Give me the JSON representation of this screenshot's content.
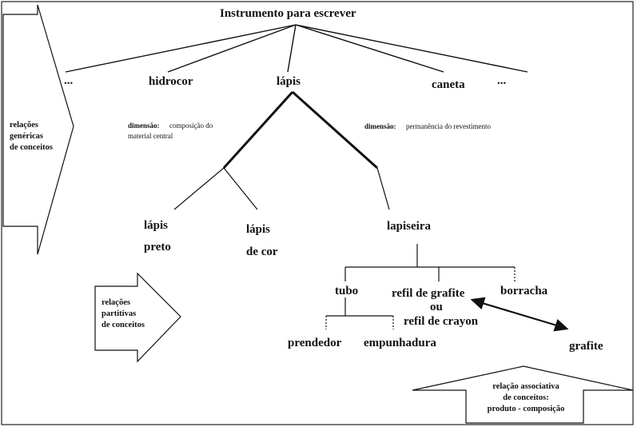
{
  "root": "Instrumento para escrever",
  "level1": {
    "left_ellipsis": "...",
    "hidrocor": "hidrocor",
    "lapis": "lápis",
    "caneta": "caneta",
    "right_ellipsis": "..."
  },
  "dimensions": {
    "left_label": "dimensão:",
    "left_value_line1": "composição do",
    "left_value_line2": "material central",
    "right_label": "dimensão:",
    "right_value": "permanência do revestimento"
  },
  "level2": {
    "lapis_preto_line1": "lápis",
    "lapis_preto_line2": "preto",
    "lapis_cor_line1": "lápis",
    "lapis_cor_line2": "de cor",
    "lapiseira": "lapiseira"
  },
  "level3": {
    "tubo": "tubo",
    "refil_grafite": "refil de grafite",
    "ou": "ou",
    "refil_crayon": "refil de crayon",
    "borracha": "borracha"
  },
  "level4": {
    "prendedor": "prendedor",
    "empunhadura": "empunhadura"
  },
  "grafite": "grafite",
  "callouts": {
    "generic": [
      "relações",
      "genéricas",
      "de conceitos"
    ],
    "partitive": [
      "relações",
      "partitivas",
      "de conceitos"
    ],
    "associative": [
      "relação associativa",
      "de conceitos:",
      "produto - composição"
    ]
  },
  "colors": {
    "ink": "#111111",
    "background": "#ffffff"
  }
}
